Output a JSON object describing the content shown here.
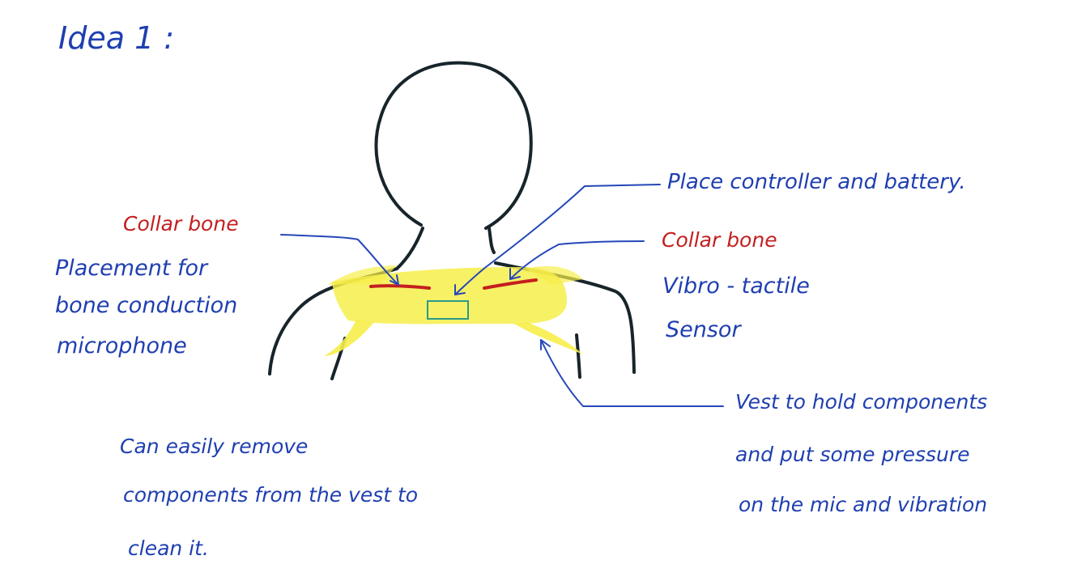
{
  "title": "Idea 1 :",
  "labels": {
    "collar_bone_left": "Collar bone",
    "placement_line1": "Placement for",
    "placement_line2": "bone conduction",
    "placement_line3": "microphone",
    "controller": "Place  controller  and  battery.",
    "collar_bone_right": "Collar bone",
    "vibro_line1": "Vibro - tactile",
    "vibro_line2": "Sensor",
    "vest_line1": "Vest to hold components",
    "vest_line2": "and put some pressure",
    "vest_line3": "on  the  mic  and  vibration",
    "remove_line1": "Can  easily  remove",
    "remove_line2": "components from the vest  to",
    "remove_line3": "clean  it."
  },
  "colors": {
    "ink": "#17252b",
    "annotation": "#1f3fb0",
    "collar_bone": "#c41f1f",
    "vest": "#f6ee4a",
    "component": "#2a9a8a"
  }
}
